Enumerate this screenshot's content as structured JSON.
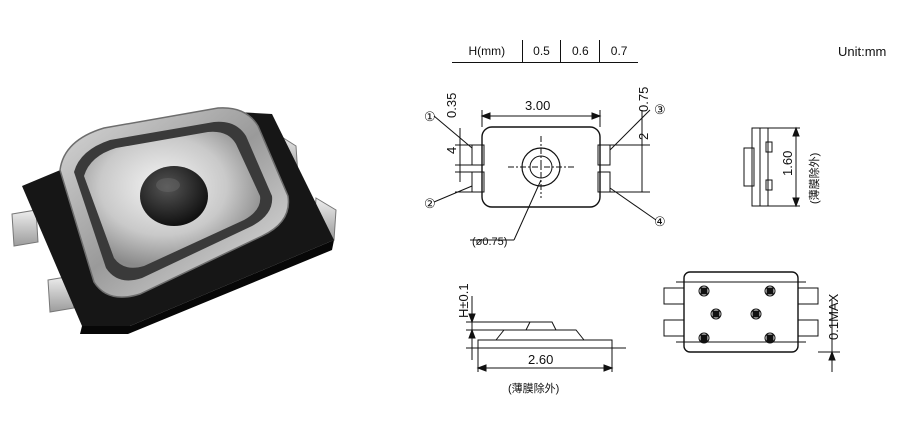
{
  "unit_label": "Unit:mm",
  "height_table": {
    "header": "H(mm)",
    "values": [
      "0.5",
      "0.6",
      "0.7"
    ]
  },
  "top_view": {
    "width": "3.00",
    "pin_width": "0.35",
    "pin_gap": "0.75",
    "pin_count_left": "4",
    "pin_count_right": "2",
    "actuator_dia": "(ø0.75)",
    "callouts": [
      "①",
      "②",
      "③",
      "④"
    ]
  },
  "side_view": {
    "height": "1.60",
    "note": "(薄膜除外)"
  },
  "front_view": {
    "height": "H±0.1",
    "length": "2.60",
    "note": "(薄膜除外)"
  },
  "bottom_view": {
    "clearance": "0.1MAX"
  }
}
